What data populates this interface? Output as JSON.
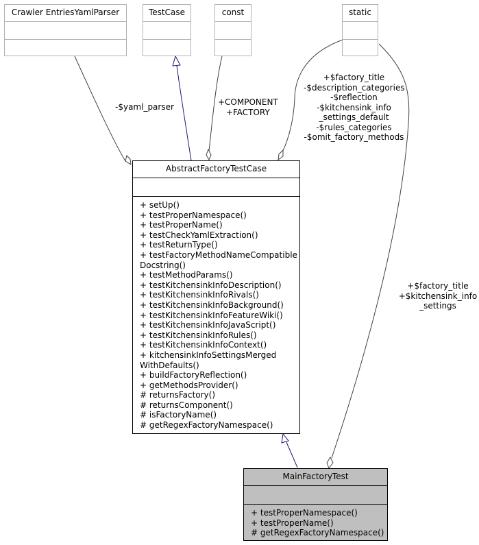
{
  "classes": {
    "crawler": {
      "title": "Crawler EntriesYamlParser"
    },
    "testcase": {
      "title": "TestCase"
    },
    "const": {
      "title": "const"
    },
    "static": {
      "title": "static"
    },
    "abstract": {
      "title": "AbstractFactoryTestCase",
      "methods": [
        "+ setUp()",
        "+ testProperNamespace()",
        "+ testProperName()",
        "+ testCheckYamlExtraction()",
        "+ testReturnType()",
        "+ testFactoryMethodNameCompatible",
        "Docstring()",
        "+ testMethodParams()",
        "+ testKitchensinkInfoDescription()",
        "+ testKitchensinkInfoRivals()",
        "+ testKitchensinkInfoBackground()",
        "+ testKitchensinkInfoFeatureWiki()",
        "+ testKitchensinkInfoJavaScript()",
        "+ testKitchensinkInfoRules()",
        "+ testKitchensinkInfoContext()",
        "+ kitchensinkInfoSettingsMerged",
        "WithDefaults()",
        "+ buildFactoryReflection()",
        "+ getMethodsProvider()",
        "# returnsFactory()",
        "# returnsComponent()",
        "# isFactoryName()",
        "# getRegexFactoryNamespace()"
      ]
    },
    "main": {
      "title": "MainFactoryTest",
      "methods": [
        "+ testProperNamespace()",
        "+ testProperName()",
        "# getRegexFactoryNamespace()"
      ]
    }
  },
  "edge_labels": {
    "yaml_parser": [
      "-$yaml_parser"
    ],
    "const": [
      "+COMPONENT",
      "+FACTORY"
    ],
    "static_to_abstract": [
      "+$factory_title",
      "-$description_categories",
      "-$reflection",
      "-$kitchensink_info",
      "_settings_default",
      "-$rules_categories",
      "-$omit_factory_methods"
    ],
    "static_to_main": [
      "+$factory_title",
      "+$kitchensink_info",
      "_settings"
    ]
  },
  "colors": {
    "inheritance_edge": "#191970",
    "association_edge": "#404040",
    "external_border": "#b0b0b0",
    "focus_fill": "#bfbfbf"
  }
}
